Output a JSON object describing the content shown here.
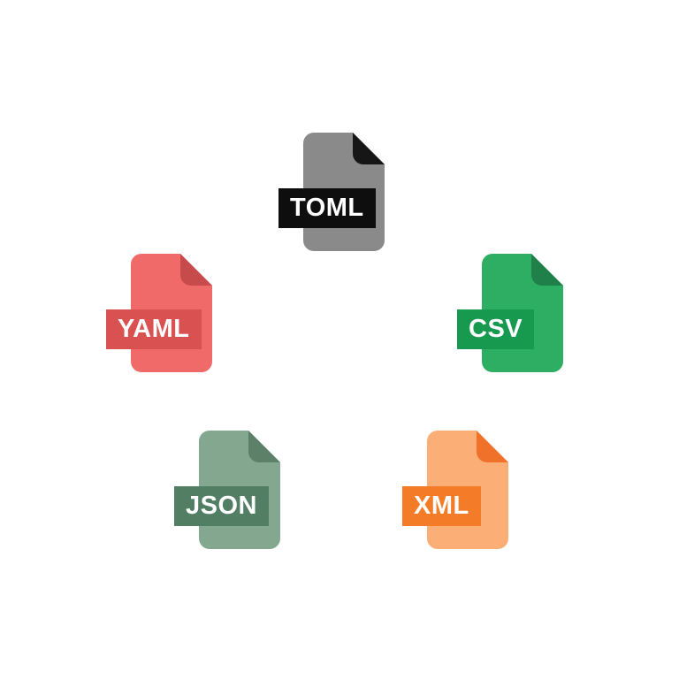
{
  "canvas": {
    "background_color": "#ffffff",
    "label_text_color": "#ffffff"
  },
  "icons": [
    {
      "name": "toml",
      "label": "TOML",
      "body_color": "#8a8a8a",
      "fold_color": "#161616",
      "label_bg": "#0e0e0e"
    },
    {
      "name": "yaml",
      "label": "YAML",
      "body_color": "#f06a6a",
      "fold_color": "#c84b4b",
      "label_bg": "#da5151"
    },
    {
      "name": "csv",
      "label": "CSV",
      "body_color": "#2eae62",
      "fold_color": "#1f8049",
      "label_bg": "#17994f"
    },
    {
      "name": "json",
      "label": "JSON",
      "body_color": "#84a88f",
      "fold_color": "#5d8168",
      "label_bg": "#527e63"
    },
    {
      "name": "xml",
      "label": "XML",
      "body_color": "#fcae77",
      "fold_color": "#f0712a",
      "label_bg": "#f47c28"
    }
  ]
}
